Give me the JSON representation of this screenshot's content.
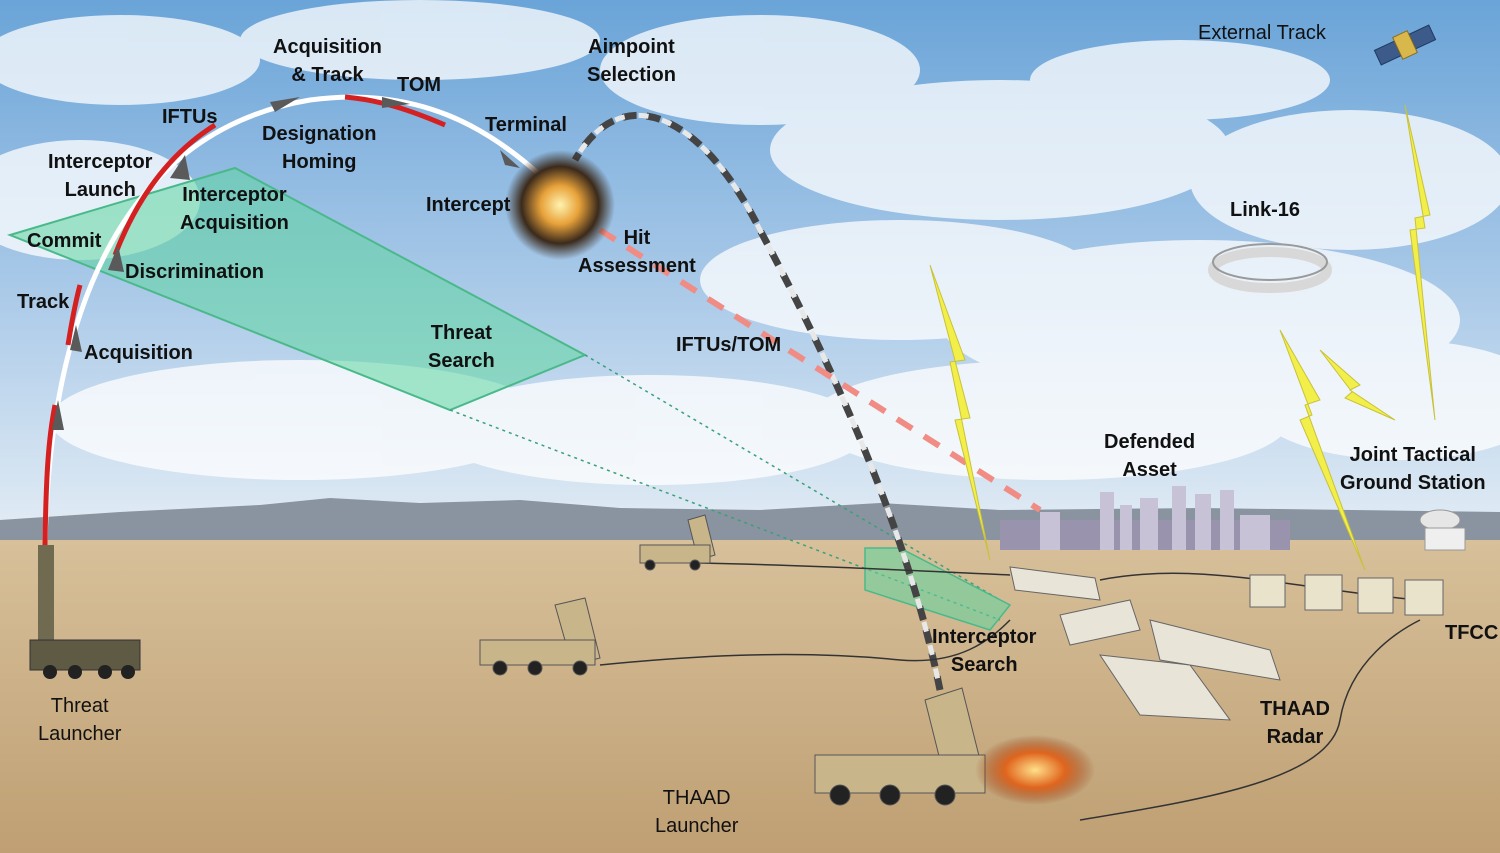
{
  "labels": {
    "external_track": "External Track",
    "acquisition_track": [
      "Acquisition",
      "& Track"
    ],
    "tom": "TOM",
    "aimpoint_selection": [
      "Aimpoint",
      "Selection"
    ],
    "iftus": "IFTUs",
    "designation_homing": [
      "Designation",
      "Homing"
    ],
    "terminal": "Terminal",
    "interceptor_launch": [
      "Interceptor",
      "Launch"
    ],
    "interceptor_acquisition": [
      "Interceptor",
      "Acquisition"
    ],
    "intercept": "Intercept",
    "link16": "Link-16",
    "commit": "Commit",
    "hit_assessment": [
      "Hit",
      "Assessment"
    ],
    "discrimination": "Discrimination",
    "track": "Track",
    "threat_search": [
      "Threat",
      "Search"
    ],
    "iftus_tom": "IFTUs/TOM",
    "acquisition": "Acquisition",
    "defended_asset": [
      "Defended",
      "Asset"
    ],
    "joint_tactical": [
      "Joint Tactical",
      "Ground Station"
    ],
    "tfcc": "TFCC",
    "interceptor_search": [
      "Interceptor",
      "Search"
    ],
    "thaad_radar": [
      "THAAD",
      "Radar"
    ],
    "threat_launcher": [
      "Threat",
      "Launcher"
    ],
    "thaad_launcher": [
      "THAAD",
      "Launcher"
    ]
  },
  "colors": {
    "sky_top": "#6aa4d8",
    "sky_bottom": "#dfeaf4",
    "ground": "#c9ad84",
    "search_fan": "#5fd6a0",
    "lightning": "#f2ee4a",
    "trajectory_red": "#d42020",
    "hit_dash": "#f08c84"
  },
  "icons": [
    "satellite-icon",
    "link16-ring-icon",
    "radar-dish-icon"
  ]
}
